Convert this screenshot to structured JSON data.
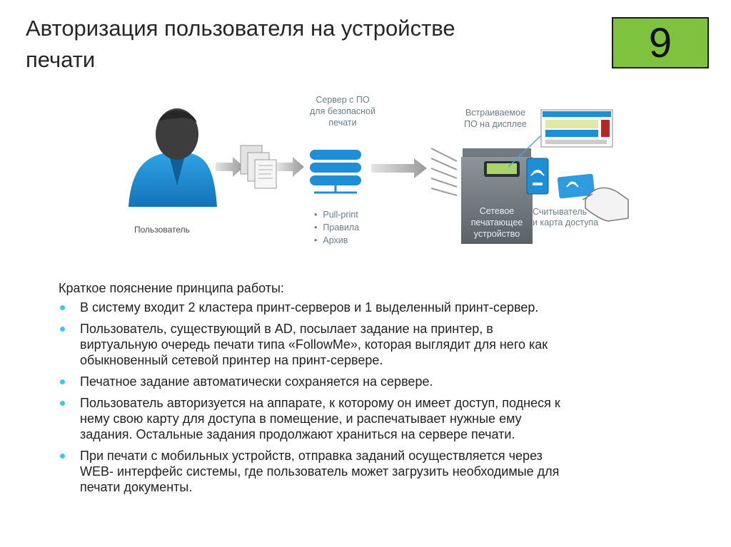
{
  "slide": {
    "title": "Авторизация пользователя на устройстве\nпечати",
    "number": "9",
    "colors": {
      "badge": "#7ec23e",
      "accent_blue": "#1e8fd6",
      "bullet": "#3fc7e8"
    }
  },
  "diagram": {
    "user_label": "Пользователь",
    "server_label": "Сервер с ПО\nдля безопасной\nпечати",
    "features": [
      "Pull-print",
      "Правила",
      "Архив"
    ],
    "embedded_label": "Встраиваемое\nПО на дисплее",
    "printer_label": "Сетевое\nпечатающее\nустройство",
    "reader_label": "Считыватель\nи карта доступа",
    "icons": [
      "person-icon",
      "documents-icon",
      "server-stack-icon",
      "printer-icon",
      "touch-display-icon",
      "card-reader-icon",
      "access-card-icon",
      "hand-icon"
    ]
  },
  "content": {
    "intro": "Краткое пояснение принципа работы:",
    "bullets": [
      "В систему входит 2 кластера принт-серверов и 1 выделенный принт-сервер.",
      " Пользователь, существующий в AD, посылает задание на принтер, в\nвиртуальную очередь печати типа «FollowMe», которая выглядит для него как\nобыкновенный сетевой принтер на принт-сервере.",
      "Печатное задание автоматически сохраняется на сервере.",
      "Пользователь авторизуется на аппарате, к которому он имеет доступ, поднеся к\nнему свою карту для доступа в помещение, и распечатывает нужные ему\nзадания. Остальные задания продолжают храниться на сервере печати.",
      " При печати с мобильных устройств, отправка заданий осуществляется через\nWEB- интерфейс системы, где пользователь может загрузить необходимые для\nпечати документы."
    ]
  }
}
